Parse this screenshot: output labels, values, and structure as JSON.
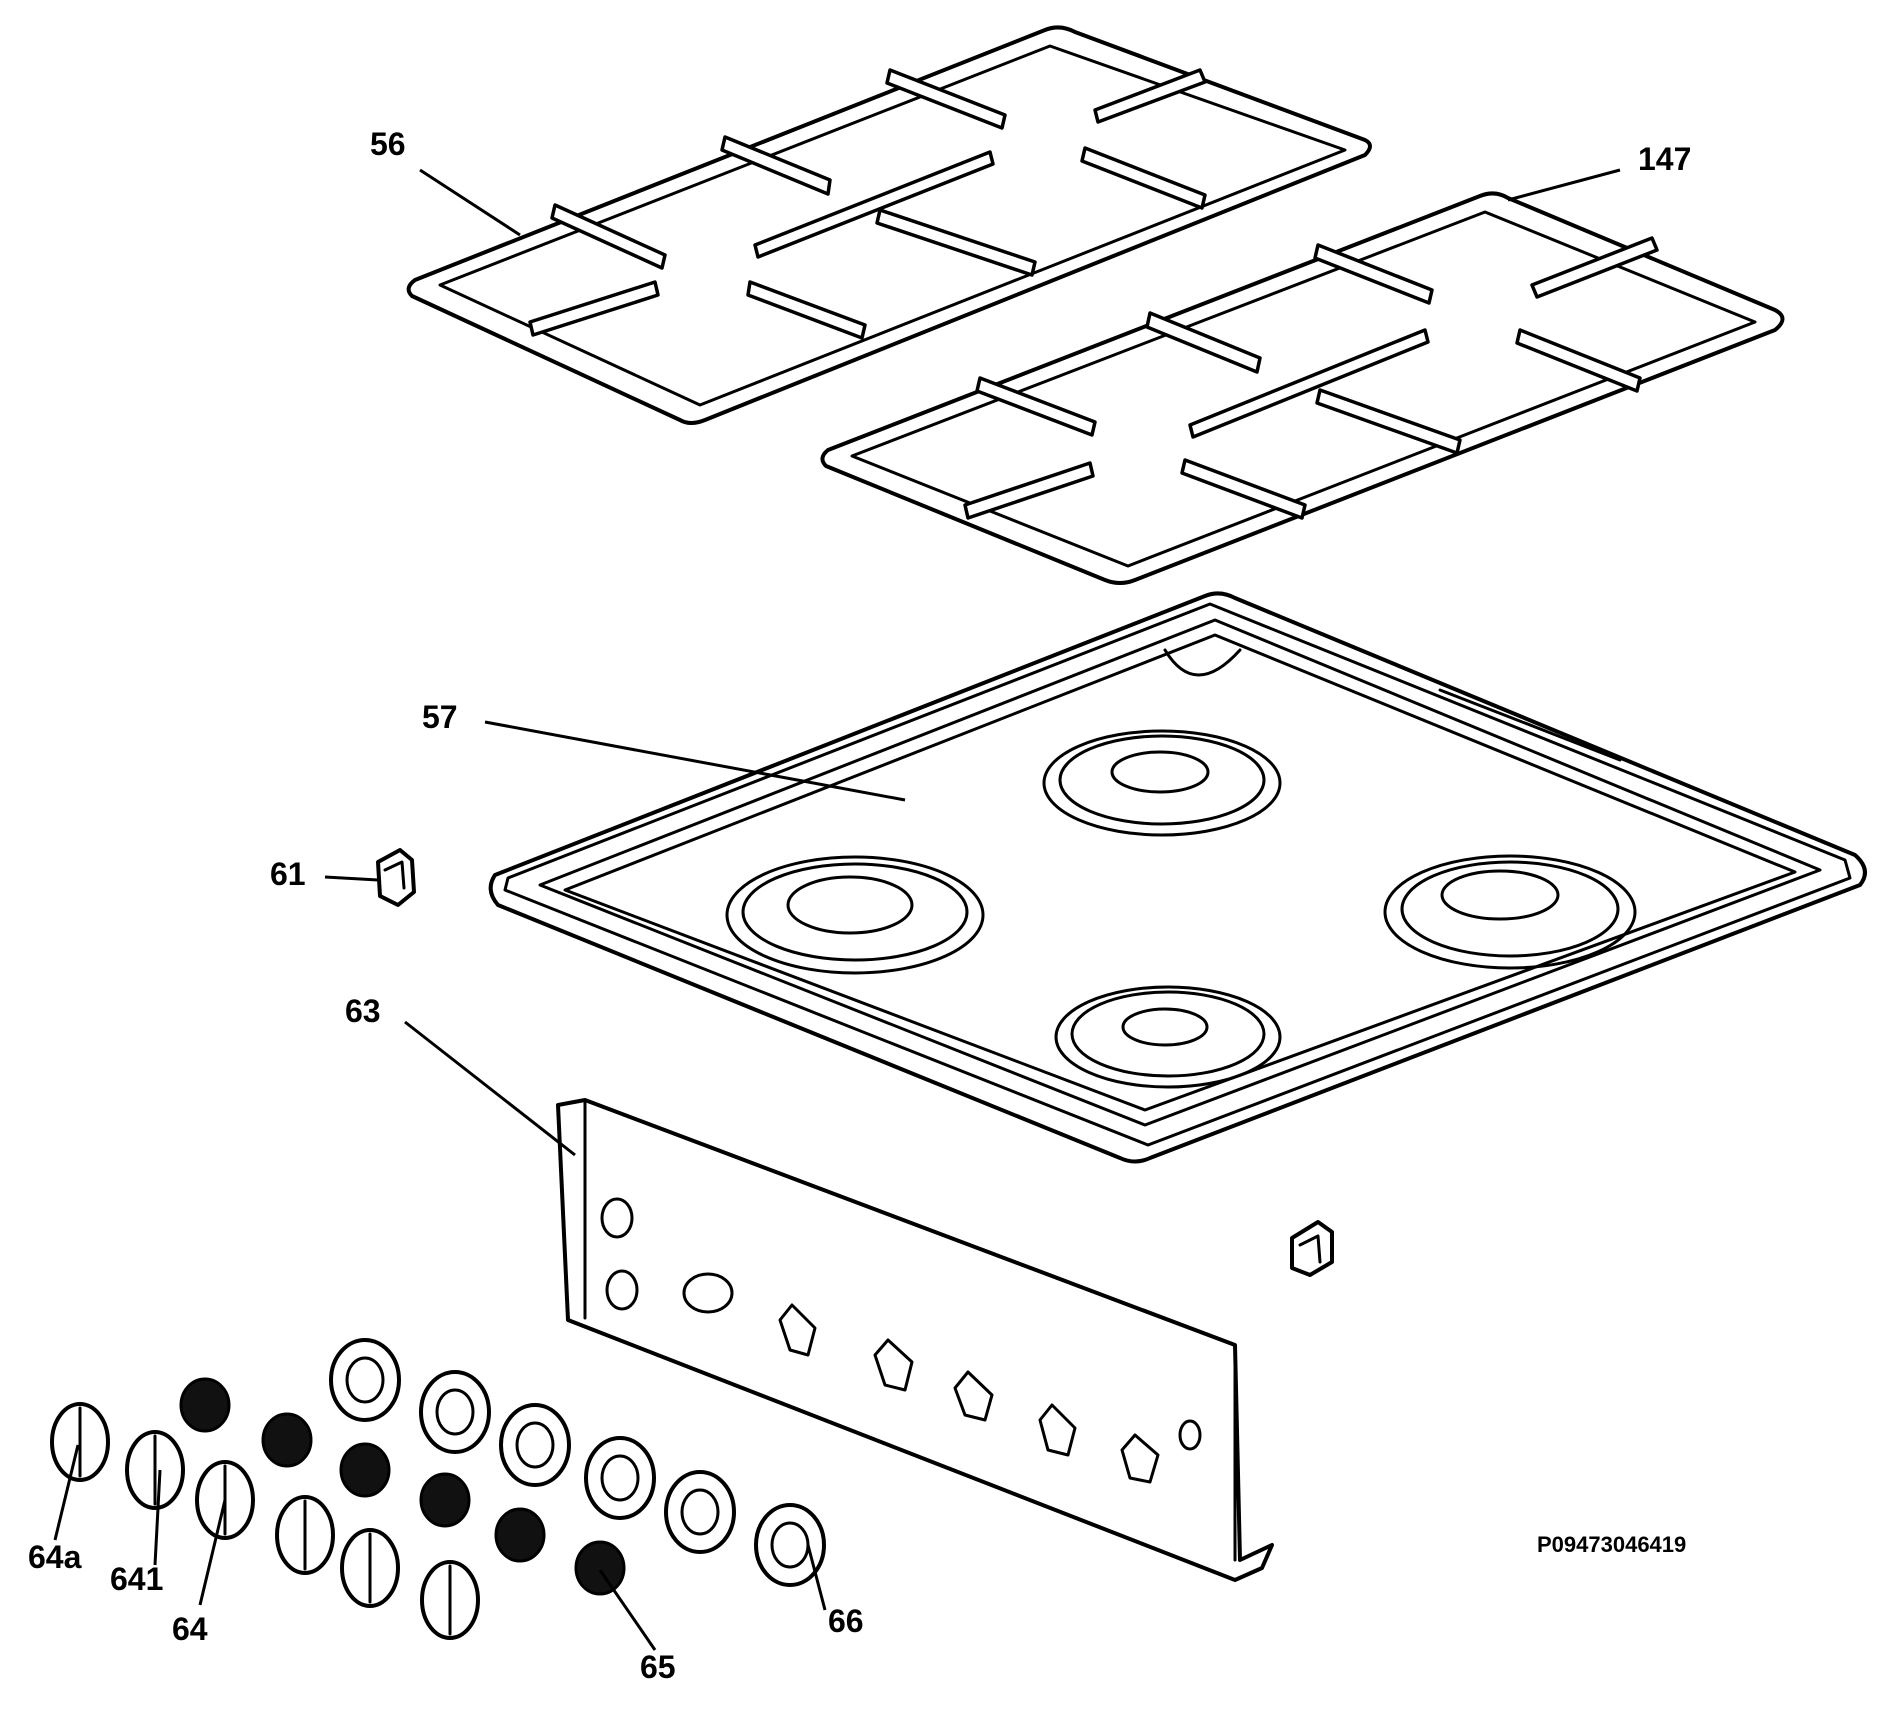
{
  "labels": {
    "grate_left": "56",
    "grate_right": "147",
    "hob_top": "57",
    "clip": "61",
    "control_panel": "63",
    "knob_a": "64a",
    "knob_b": "641",
    "knob": "64",
    "knob_insert": "65",
    "bezel": "66"
  },
  "drawing_code": "P09473046419"
}
